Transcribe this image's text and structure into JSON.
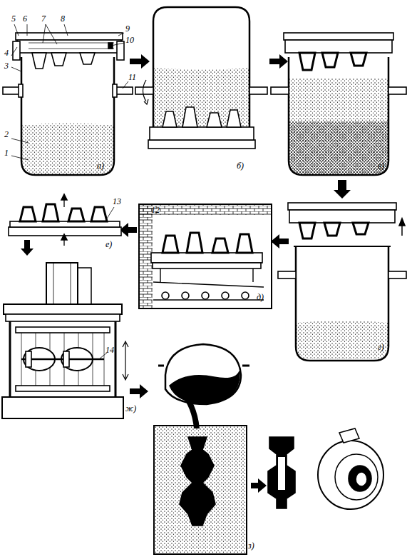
{
  "diagram": {
    "labels": [
      "5",
      "6",
      "7",
      "8",
      "9",
      "10",
      "4",
      "3",
      "11",
      "2",
      "1",
      "а)",
      "б)",
      "в)",
      "12",
      "13",
      "е)",
      "д)",
      "г)",
      "14",
      "ж)",
      "з)"
    ]
  }
}
